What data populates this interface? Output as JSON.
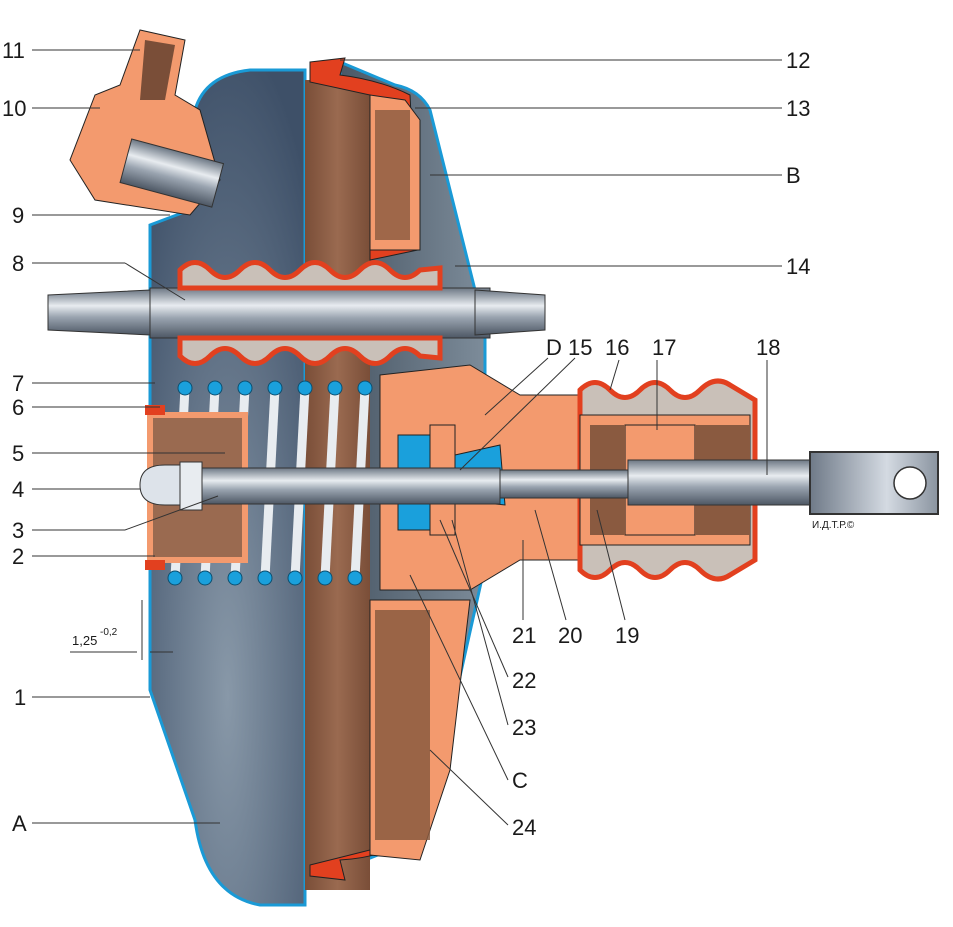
{
  "diagram": {
    "subject": "Vacuum brake booster cross-section",
    "copyright": "И.Д.Т.Р.©",
    "dimension": {
      "value": "1,25",
      "tolerance": "-0,2"
    },
    "colors": {
      "housing_outline": "#1a9ad6",
      "vacuum_chamber": "#4a5e78",
      "diaphragm_red": "#e2401f",
      "piston_salmon": "#f39a6e",
      "body_brown": "#8a5a40",
      "steel": "#a8b0ba",
      "spring_blue": "#1aa0dc",
      "rear_chamber": "#5f6f80"
    },
    "labels": [
      {
        "id": "11",
        "text": "11"
      },
      {
        "id": "10",
        "text": "10"
      },
      {
        "id": "9",
        "text": "9"
      },
      {
        "id": "8",
        "text": "8"
      },
      {
        "id": "7",
        "text": "7"
      },
      {
        "id": "6",
        "text": "6"
      },
      {
        "id": "5",
        "text": "5"
      },
      {
        "id": "4",
        "text": "4"
      },
      {
        "id": "3",
        "text": "3"
      },
      {
        "id": "2",
        "text": "2"
      },
      {
        "id": "1",
        "text": "1"
      },
      {
        "id": "A",
        "text": "A"
      },
      {
        "id": "12",
        "text": "12"
      },
      {
        "id": "13",
        "text": "13"
      },
      {
        "id": "B",
        "text": "B"
      },
      {
        "id": "14",
        "text": "14"
      },
      {
        "id": "D",
        "text": "D"
      },
      {
        "id": "15",
        "text": "15"
      },
      {
        "id": "16",
        "text": "16"
      },
      {
        "id": "17",
        "text": "17"
      },
      {
        "id": "18",
        "text": "18"
      },
      {
        "id": "21",
        "text": "21"
      },
      {
        "id": "20",
        "text": "20"
      },
      {
        "id": "19",
        "text": "19"
      },
      {
        "id": "22",
        "text": "22"
      },
      {
        "id": "23",
        "text": "23"
      },
      {
        "id": "C",
        "text": "C"
      },
      {
        "id": "24",
        "text": "24"
      }
    ]
  }
}
